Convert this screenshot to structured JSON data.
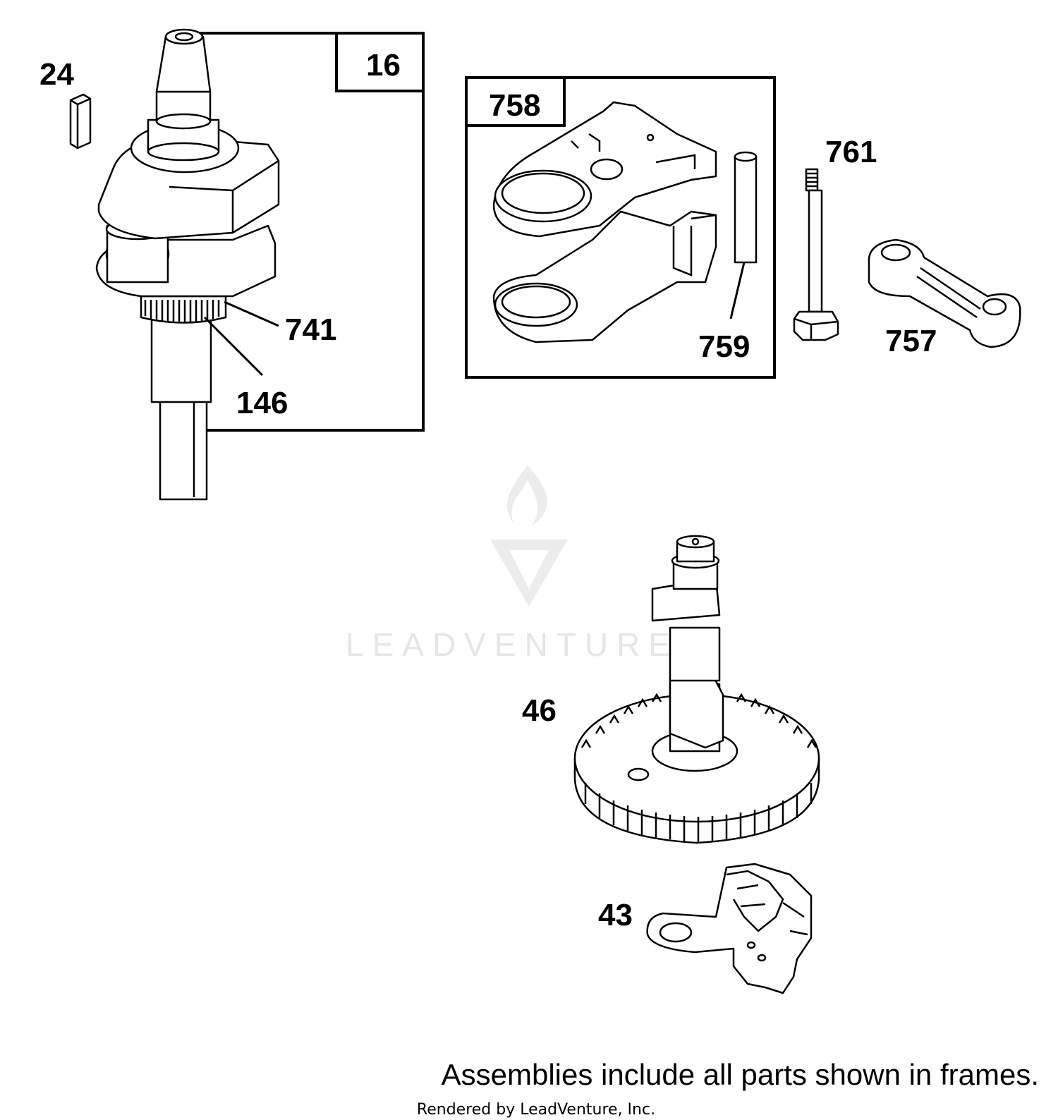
{
  "watermark": {
    "text": "LEADVENTURE",
    "icon": "flame-v-logo-icon"
  },
  "frames": [
    {
      "id": "16",
      "label": "16"
    },
    {
      "id": "758",
      "label": "758"
    }
  ],
  "parts": {
    "p24": "24",
    "p741": "741",
    "p146": "146",
    "p761": "761",
    "p759": "759",
    "p757": "757",
    "p46": "46",
    "p43": "43"
  },
  "footer": {
    "note": "Assemblies include all parts shown in frames.",
    "credit": "Rendered by LeadVenture, Inc."
  }
}
